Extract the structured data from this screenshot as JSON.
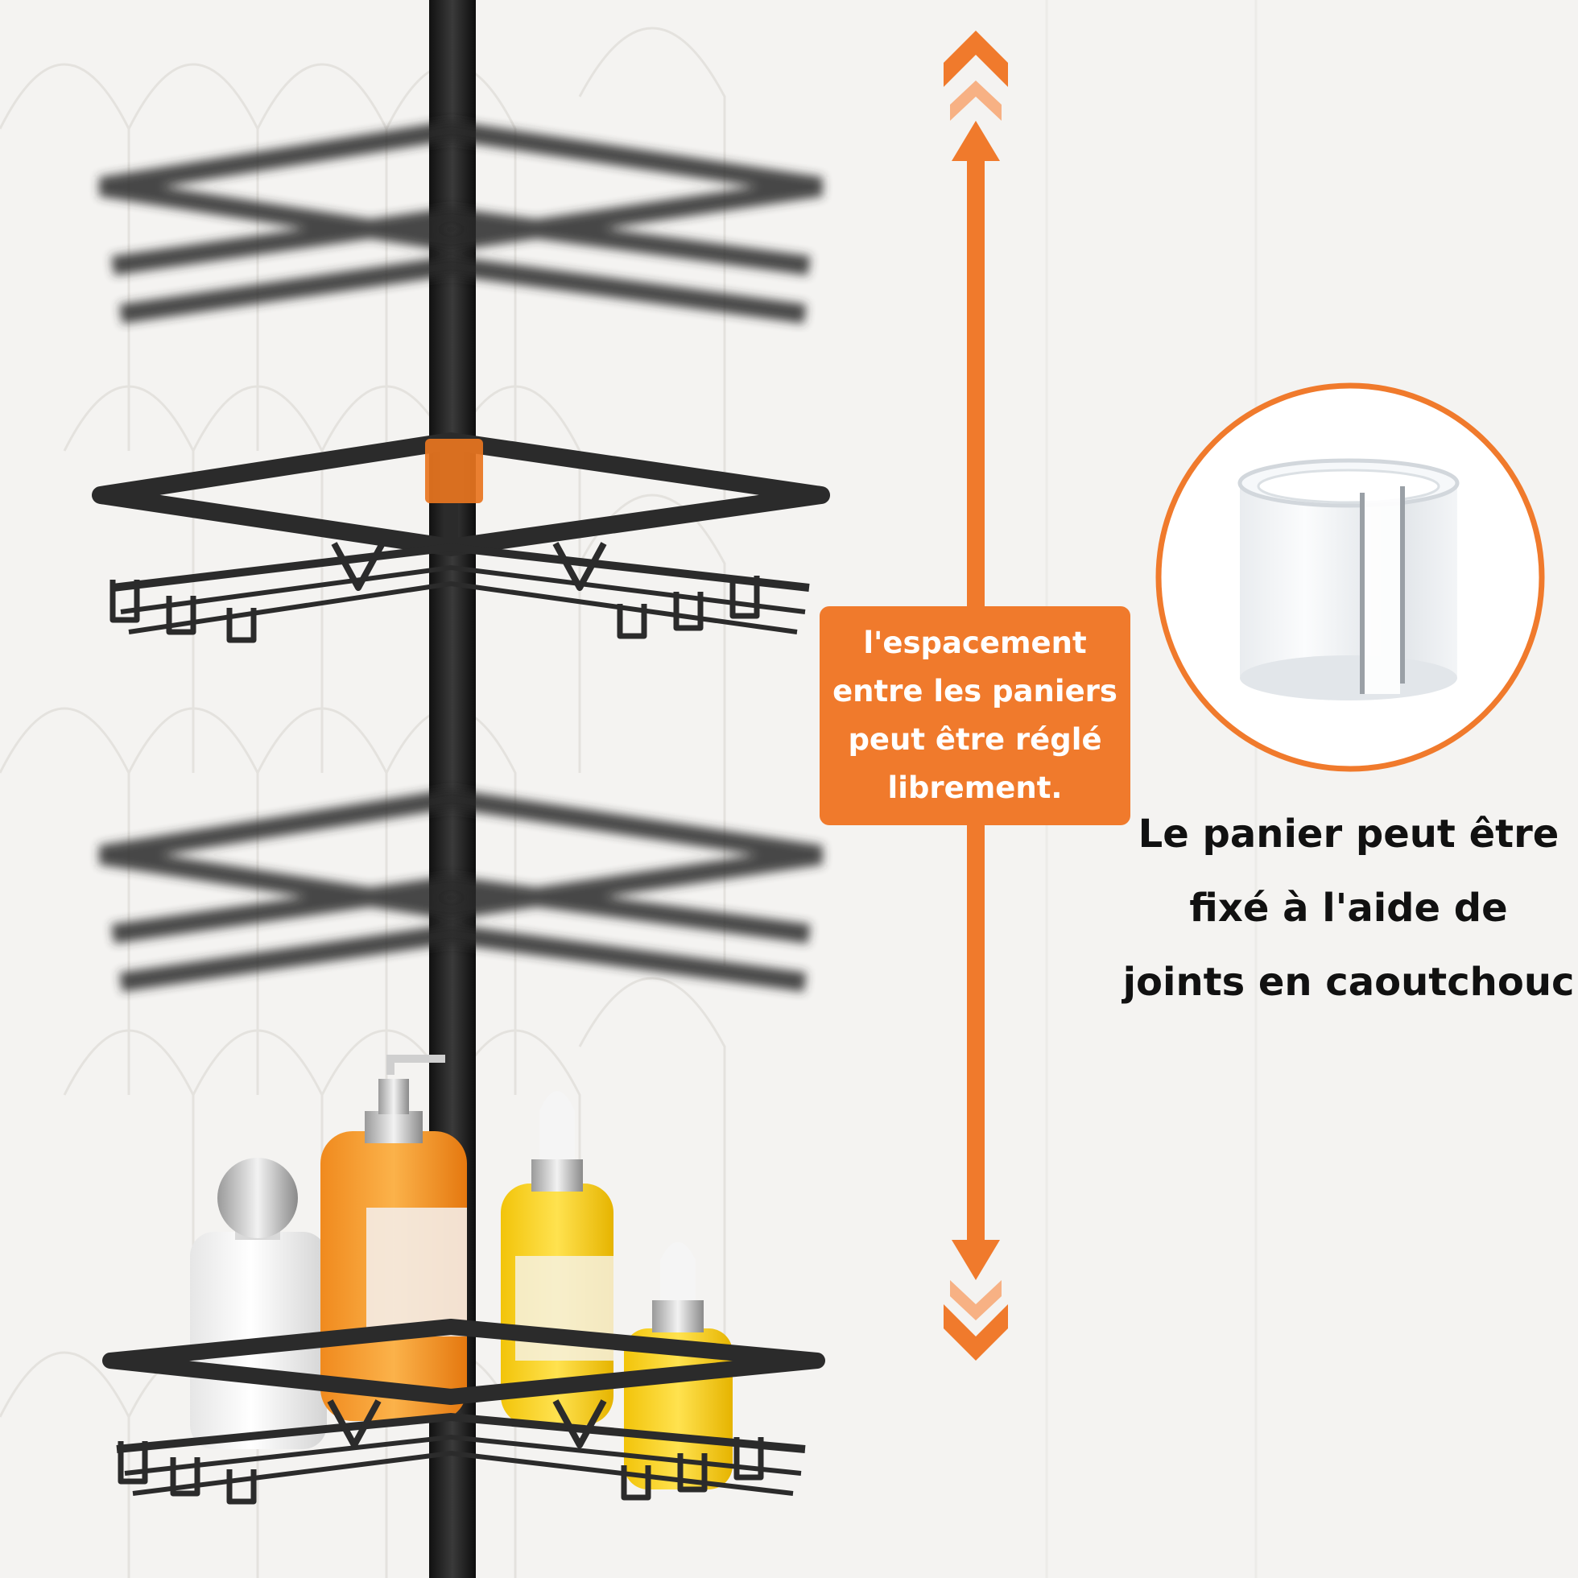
{
  "colors": {
    "accent": "#f07a2c",
    "accent_light": "#f7b184",
    "rack_metal": "#2b2b2b",
    "wall_tile": "#f4f3f1",
    "text_dark": "#111111"
  },
  "icons": {
    "adjust_arrow": "double-headed-vertical-arrow-icon",
    "gasket": "rubber-gasket-ring-icon"
  },
  "callout": {
    "lines": [
      "l'espacement",
      "entre les paniers",
      "peut être réglé",
      "librement."
    ]
  },
  "caption": {
    "lines": [
      "Le panier peut être",
      "fixé à l'aide de",
      "joints en caoutchouc"
    ]
  }
}
